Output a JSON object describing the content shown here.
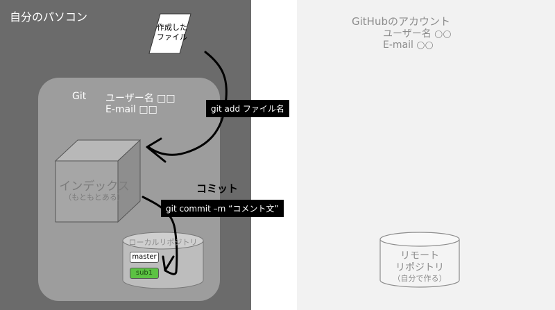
{
  "local_pc": {
    "title": "自分のパソコン"
  },
  "new_file": {
    "line1": "作成した",
    "line2": "ファイル"
  },
  "git_config": {
    "label": "Git",
    "username": "ユーザー名 □□",
    "email": "E-mail □□"
  },
  "commands": {
    "add": "git add ファイル名",
    "commit_title": "コミット",
    "commit": "git commit –m “コメント文”"
  },
  "index": {
    "label": "インデックス",
    "sublabel": "（もともとある）"
  },
  "local_repo": {
    "label": "ローカルリポジトリ",
    "branches": [
      {
        "name": "master",
        "color": "#ffffff"
      },
      {
        "name": "sub1",
        "color": "#5cc243"
      }
    ]
  },
  "github": {
    "title": "GitHubのアカウント",
    "username": "ユーザー名 ○○",
    "email": "E-mail ○○"
  },
  "remote_repo": {
    "line1": "リモート",
    "line2": "リポジトリ",
    "line3": "（自分で作る）"
  }
}
